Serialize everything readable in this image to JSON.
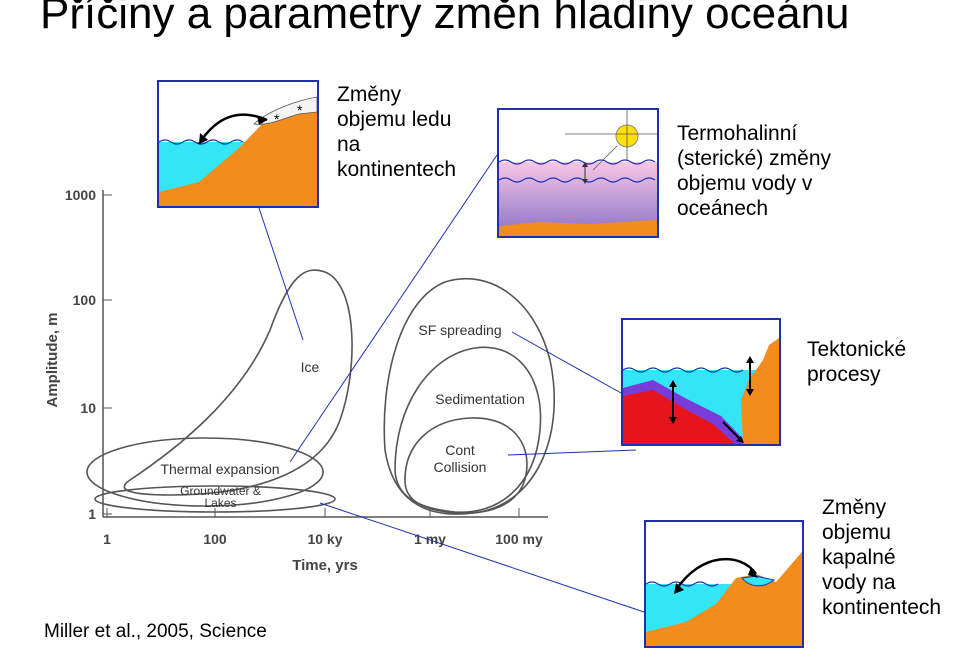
{
  "title": "Příčiny a parametry změn hladiny oceánu",
  "citation": "Miller et al., 2005, Science",
  "callouts": {
    "ice": "Změny\nobjemu ledu\nna\nkontinentech",
    "thermo": "Termohalinní\n(sterické) změny\nobjemu vody v\noceánech",
    "tectonic": "Tektonické\nprocesy",
    "water": "Změny\nobjemu\nkapalné\nvody na\nkontinentech"
  },
  "chart_data": {
    "type": "scatter",
    "xlabel": "Time, yrs",
    "ylabel": "Amplitude, m",
    "x_scale": "log",
    "y_scale": "log",
    "x_ticks": [
      "1",
      "100",
      "10 ky",
      "1 my",
      "100 my"
    ],
    "y_ticks": [
      "1",
      "10",
      "100",
      "1000"
    ],
    "regions": [
      {
        "label": "Ice"
      },
      {
        "label": "SF spreading"
      },
      {
        "label": "Sedimentation"
      },
      {
        "label": "Cont Collision"
      },
      {
        "label": "Thermal expansion"
      },
      {
        "label": "Groundwater & Lakes"
      }
    ]
  },
  "colors": {
    "panel_border": "#1f2fb0",
    "ocean": "#33e5f5",
    "land": "#f28c1c",
    "crust": "#e8141c",
    "slab": "#7a3cd8"
  }
}
